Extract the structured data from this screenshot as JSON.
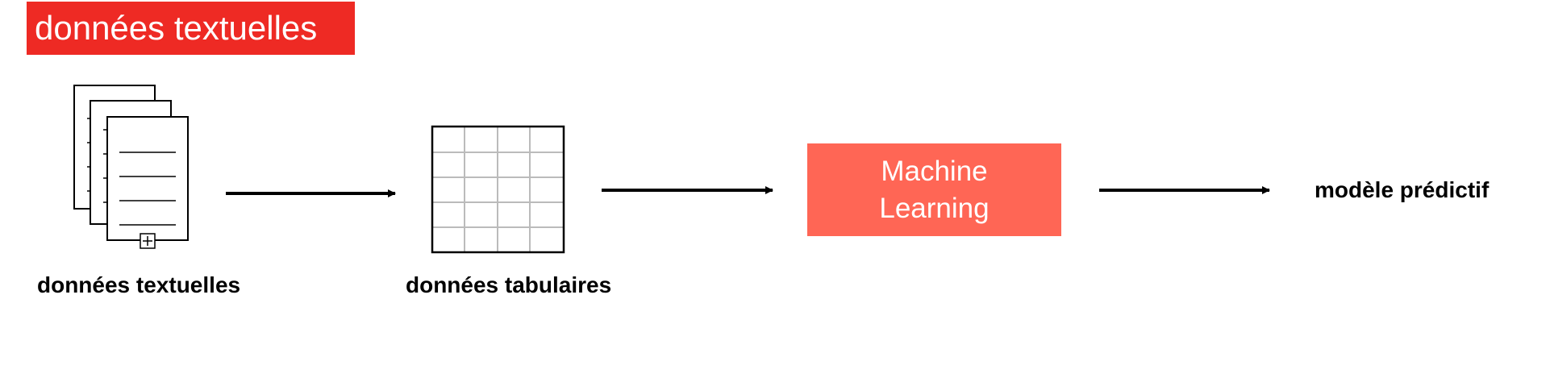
{
  "title": "données textuelles",
  "steps": {
    "text_data": "données textuelles",
    "tabular_data": "données tabulaires",
    "ml_line1": "Machine",
    "ml_line2": "Learning",
    "output": "modèle prédictif"
  },
  "colors": {
    "title_bg": "#EE2A24",
    "ml_box_bg": "#FF6655",
    "arrow": "#000000",
    "grid_line": "#BBBBBB"
  },
  "icons": {
    "documents": "document-stack-icon",
    "table": "table-grid-icon"
  }
}
